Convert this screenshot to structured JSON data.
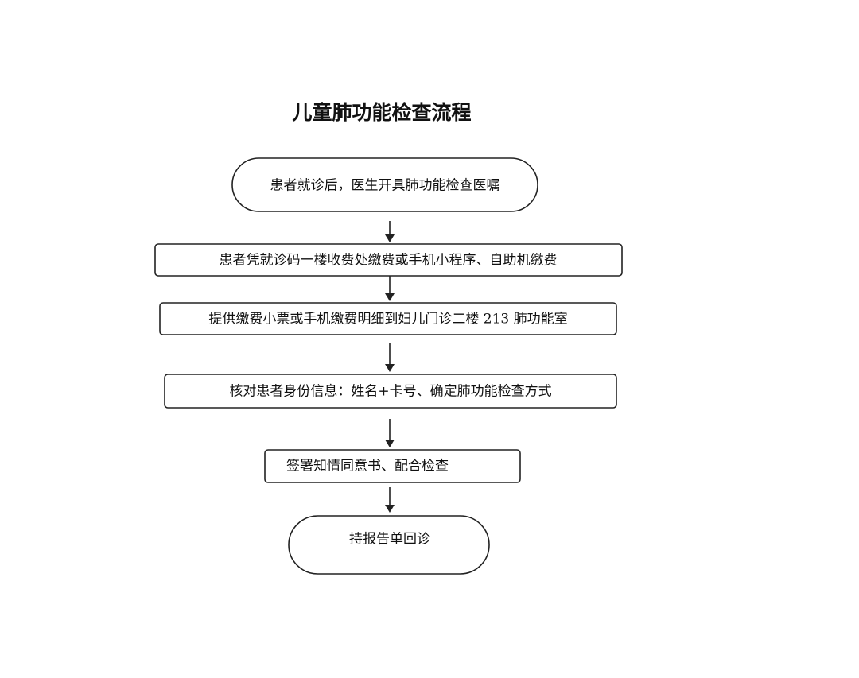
{
  "title": "儿童肺功能检查流程",
  "steps": [
    {
      "id": "start",
      "shape": "terminal",
      "text": "患者就诊后，医生开具肺功能检查医嘱"
    },
    {
      "id": "payment",
      "shape": "process",
      "text": "患者凭就诊码一楼收费处缴费或手机小程序、自助机缴费"
    },
    {
      "id": "go-to-room",
      "shape": "process",
      "text": "提供缴费小票或手机缴费明细到妇儿门诊二楼 213 肺功能室"
    },
    {
      "id": "verify-identity",
      "shape": "process",
      "text": "核对患者身份信息：姓名+卡号、确定肺功能检查方式"
    },
    {
      "id": "sign-consent",
      "shape": "process",
      "text": "签署知情同意书、配合检查"
    },
    {
      "id": "end",
      "shape": "terminal",
      "text": "持报告单回诊"
    }
  ],
  "connections": [
    {
      "from": "start",
      "to": "payment"
    },
    {
      "from": "payment",
      "to": "go-to-room"
    },
    {
      "from": "go-to-room",
      "to": "verify-identity"
    },
    {
      "from": "verify-identity",
      "to": "sign-consent"
    },
    {
      "from": "sign-consent",
      "to": "end"
    }
  ]
}
